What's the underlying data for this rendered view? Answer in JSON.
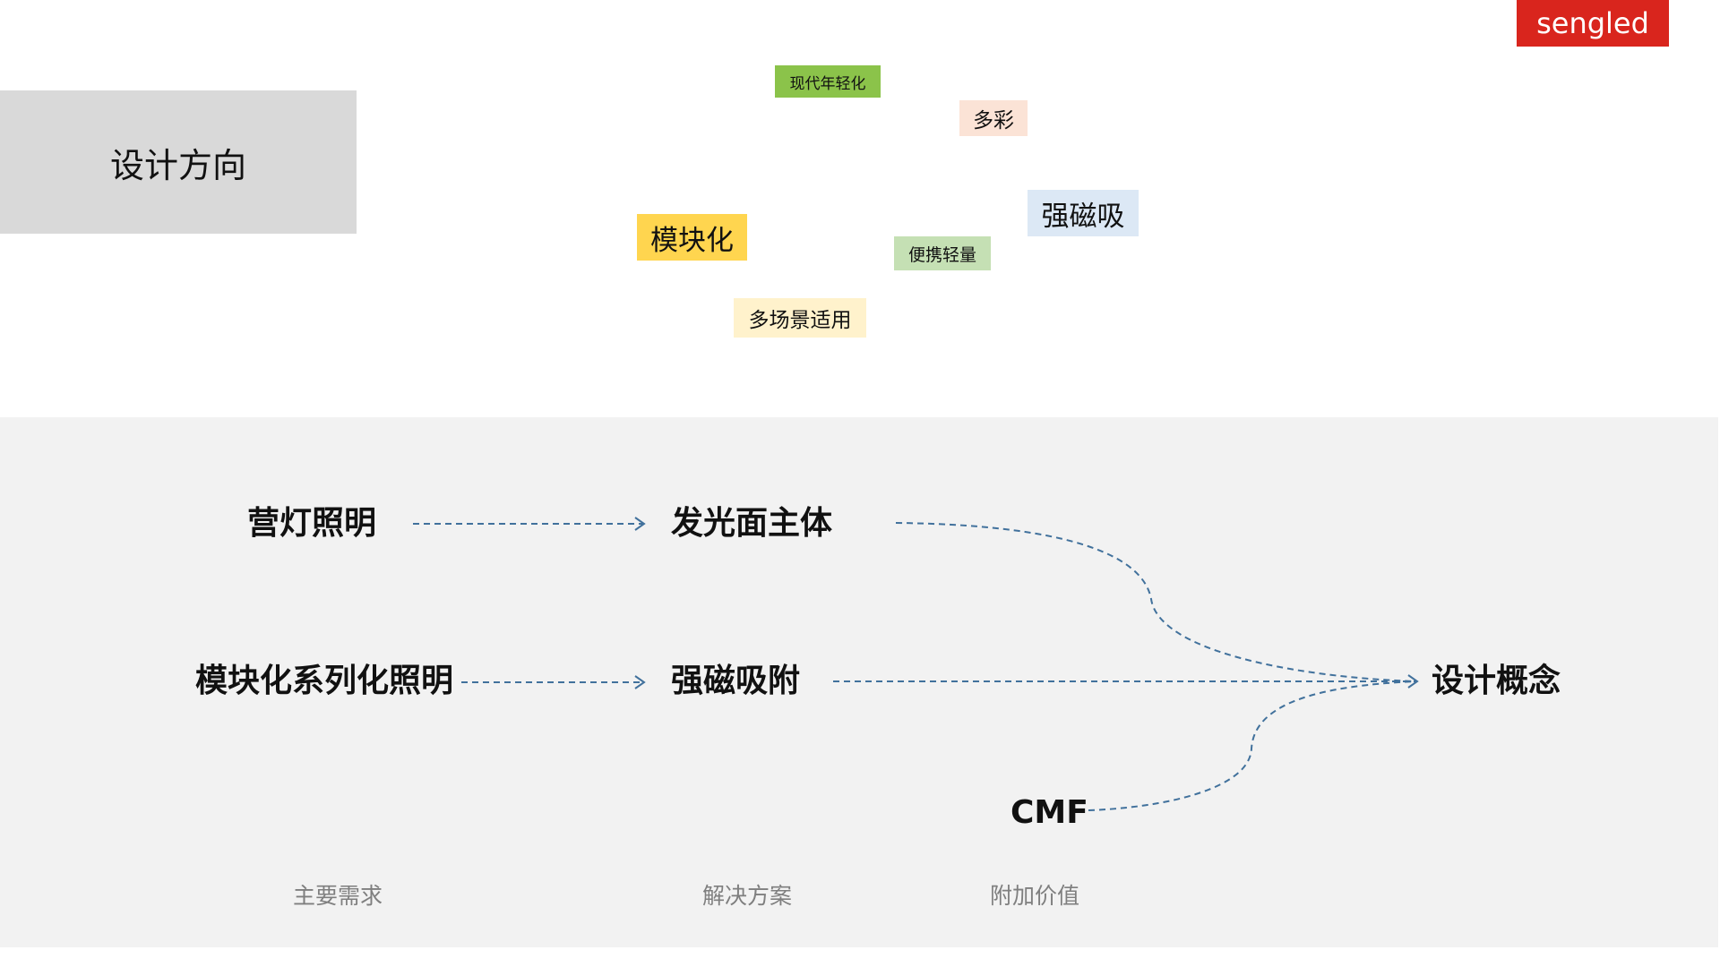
{
  "brand": {
    "logo_text": "sengled",
    "color": "#d9251d"
  },
  "section": {
    "title": "设计方向"
  },
  "keywords": [
    {
      "label": "现代年轻化",
      "color": "#8bc34a"
    },
    {
      "label": "多彩",
      "color": "#fbe3d6"
    },
    {
      "label": "强磁吸",
      "color": "#dce8f5"
    },
    {
      "label": "模块化",
      "color": "#ffd54f"
    },
    {
      "label": "便携轻量",
      "color": "#c5e0b4"
    },
    {
      "label": "多场景适用",
      "color": "#fff2cc"
    }
  ],
  "diagram": {
    "nodes": {
      "camp_lighting": "营灯照明",
      "modular_series_lighting": "模块化系列化照明",
      "emitting_body": "发光面主体",
      "strong_magnet": "强磁吸附",
      "cmf": "CMF",
      "design_concept": "设计概念"
    },
    "columns": {
      "main_needs": "主要需求",
      "solutions": "解决方案",
      "added_value": "附加价值"
    },
    "connector_color": "#41719c"
  }
}
